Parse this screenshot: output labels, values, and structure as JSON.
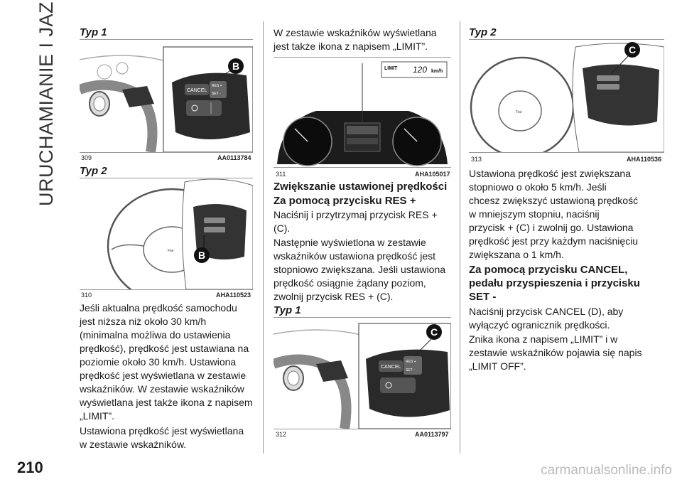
{
  "side_title": "URUCHAMIANIE I JAZDA",
  "page_number": "210",
  "watermark": "carmanualsonline.info",
  "col1": {
    "typ1": "Typ 1",
    "fig1": {
      "num": "309",
      "code": "AA0113784",
      "label_b": "B",
      "cancel": "CANCEL",
      "res": "RES +",
      "set": "SET -"
    },
    "typ2": "Typ 2",
    "fig2": {
      "num": "310",
      "code": "AHA110523",
      "label_b": "B"
    },
    "para1_lines": [
      "Jeśli aktualna prędkość samochodu",
      "jest niższa niż około 30 km/h",
      "(minimalna możliwa do ustawienia",
      "prędkość), prędkość jest ustawiana na",
      "poziomie około 30 km/h. Ustawiona",
      "prędkość jest wyświetlana w zestawie",
      "wskaźników. W zestawie wskaźników",
      "wyświetlana jest także ikona z napisem",
      "„LIMIT”."
    ],
    "para2_lines": [
      "Ustawiona prędkość jest wyświetlana",
      "w zestawie wskaźników."
    ]
  },
  "col2": {
    "para_top_lines": [
      "W zestawie wskaźników wyświetlana",
      "jest także ikona z napisem „LIMIT”."
    ],
    "fig3": {
      "num": "311",
      "code": "AHA105017",
      "limit": "LIMIT",
      "speed": "120",
      "unit": "km/h"
    },
    "heading1": "Zwiększanie ustawionej prędkości",
    "heading2": "Za pomocą przycisku RES +",
    "para1_lines": [
      "Naciśnij i przytrzymaj przycisk RES +",
      "(C)."
    ],
    "para2_lines": [
      "Następnie wyświetlona w zestawie",
      "wskaźników ustawiona prędkość jest",
      "stopniowo zwiększana. Jeśli ustawiona",
      "prędkość osiągnie żądany poziom,",
      "zwolnij przycisk RES + (C)."
    ],
    "typ1": "Typ 1",
    "fig4": {
      "num": "312",
      "code": "AA0113797",
      "label_c": "C",
      "cancel": "CANCEL",
      "res": "RES +",
      "set": "SET -"
    }
  },
  "col3": {
    "typ2": "Typ 2",
    "fig5": {
      "num": "313",
      "code": "AHA110536",
      "label_c": "C"
    },
    "para1_lines": [
      "Ustawiona prędkość jest zwiększana",
      "stopniowo o około 5 km/h. Jeśli",
      "chcesz zwiększyć ustawioną prędkość",
      "w mniejszym stopniu, naciśnij",
      "przycisk + (C) i zwolnij go. Ustawiona",
      "prędkość jest przy każdym naciśnięciu",
      "zwiększana o 1 km/h."
    ],
    "heading_lines": [
      "Za pomocą przycisku CANCEL,",
      "pedału przyspieszenia i przycisku",
      "SET -"
    ],
    "para2_lines": [
      "Naciśnij przycisk CANCEL (D), aby",
      "wyłączyć ogranicznik prędkości."
    ],
    "para3_lines": [
      "Znika ikona z napisem „LIMIT” i w",
      "zestawie wskaźników pojawia się napis",
      "„LIMIT OFF”."
    ]
  }
}
